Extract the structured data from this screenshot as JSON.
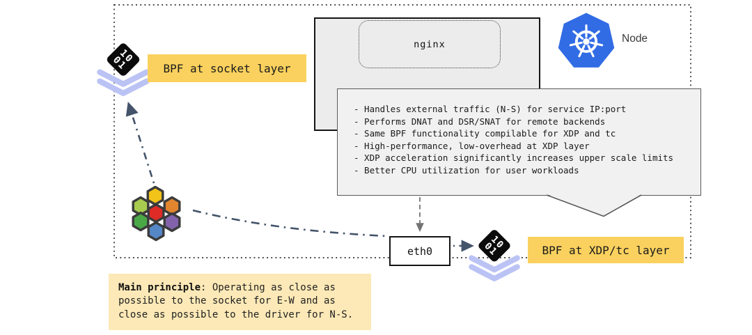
{
  "node": {
    "label": "Node"
  },
  "nginx": {
    "label": "nginx"
  },
  "eth0": {
    "label": "eth0"
  },
  "labels": {
    "socket_layer": "BPF at socket layer",
    "xdp_layer": "BPF at XDP/tc layer"
  },
  "callout": {
    "lines": [
      "- Handles external traffic (N-S) for service IP:port",
      "- Performs DNAT and DSR/SNAT for remote backends",
      "- Same BPF functionality compilable for XDP and tc",
      "- High-performance, low-overhead at XDP layer",
      "- XDP acceleration significantly increases upper scale limits",
      "- Better CPU utilization for user workloads"
    ]
  },
  "main_principle": {
    "heading": "Main principle",
    "body": ": Operating as close as possible to the socket for E-W and as close as possible to the driver for N-S."
  },
  "icons": {
    "bpf": "bpf-layers-icon",
    "kubernetes": "kubernetes-icon",
    "cilium": "cilium-hexagons-icon",
    "bpf_digits_top": "10",
    "bpf_digits_bottom": "01"
  },
  "colors": {
    "accent_yellow": "#FAD15E",
    "pale_yellow": "#FCE9B7",
    "callout_bg": "#F1F1F1",
    "callout_border": "#595959",
    "nginx_bg": "#ECECEC",
    "box_border": "#141414",
    "boundary_dot": "#454545",
    "dashdot_arrow": "#44546A",
    "dashed_arrow": "#737373",
    "k8s_blue": "#326CE5",
    "bpf_black": "#0B0B0B",
    "bpf_lavender": "#BBC3F5",
    "hex_stroke": "#3B3B3B",
    "text_dark": "#1A1A1A",
    "hexes": [
      "#F2C318",
      "#A8CC4F",
      "#E2852E",
      "#DE2B26",
      "#4AA847",
      "#8263AB",
      "#5586C6"
    ]
  }
}
